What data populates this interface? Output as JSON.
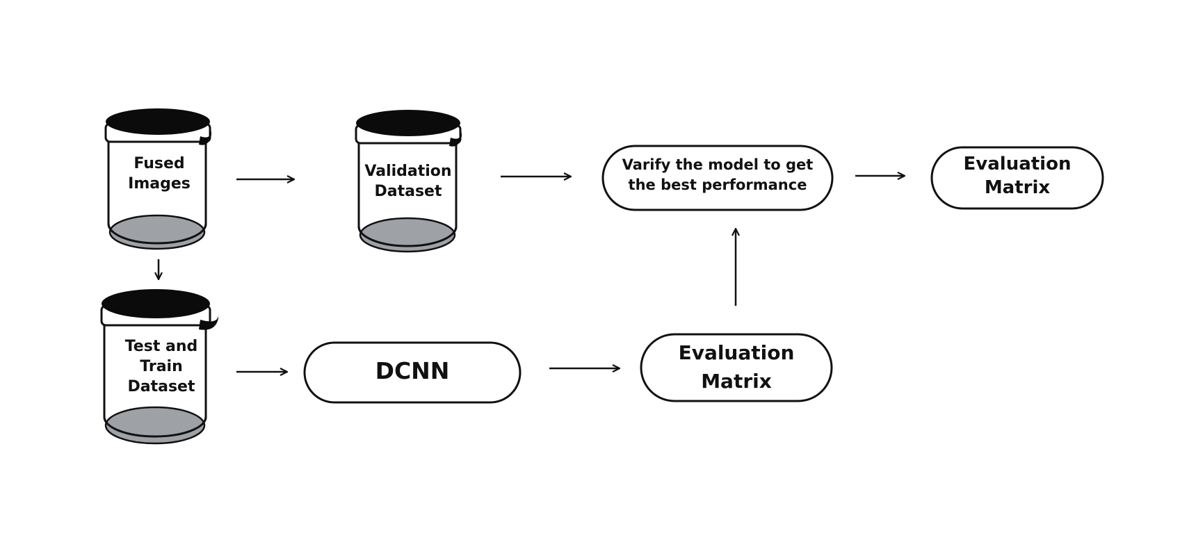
{
  "nodes": {
    "fused_images": {
      "lines": [
        "Fused",
        "Images"
      ],
      "icon": "database-cylinder-icon"
    },
    "validation_dataset": {
      "lines": [
        "Validation",
        "Dataset"
      ],
      "icon": "database-cylinder-icon"
    },
    "test_train_dataset": {
      "lines": [
        "Test and",
        "Train",
        "Dataset"
      ],
      "icon": "database-cylinder-icon"
    },
    "verify_model": {
      "lines": [
        "Varify the model to get",
        "the best performance"
      ]
    },
    "evaluation_matrix_top": {
      "lines": [
        "Evaluation",
        "Matrix"
      ]
    },
    "dcnn": {
      "lines": [
        "DCNN"
      ]
    },
    "evaluation_matrix_bottom": {
      "lines": [
        "Evaluation",
        "Matrix"
      ]
    }
  },
  "edges": [
    {
      "from": "fused_images",
      "to": "validation_dataset"
    },
    {
      "from": "validation_dataset",
      "to": "verify_model"
    },
    {
      "from": "verify_model",
      "to": "evaluation_matrix_top"
    },
    {
      "from": "fused_images",
      "to": "test_train_dataset"
    },
    {
      "from": "test_train_dataset",
      "to": "dcnn"
    },
    {
      "from": "dcnn",
      "to": "evaluation_matrix_bottom"
    },
    {
      "from": "evaluation_matrix_bottom",
      "to": "verify_model"
    }
  ],
  "colors": {
    "stroke": "#111111",
    "lid": "#0b0b0b",
    "bottom_fill": "#9ea1a6",
    "background": "#ffffff"
  }
}
